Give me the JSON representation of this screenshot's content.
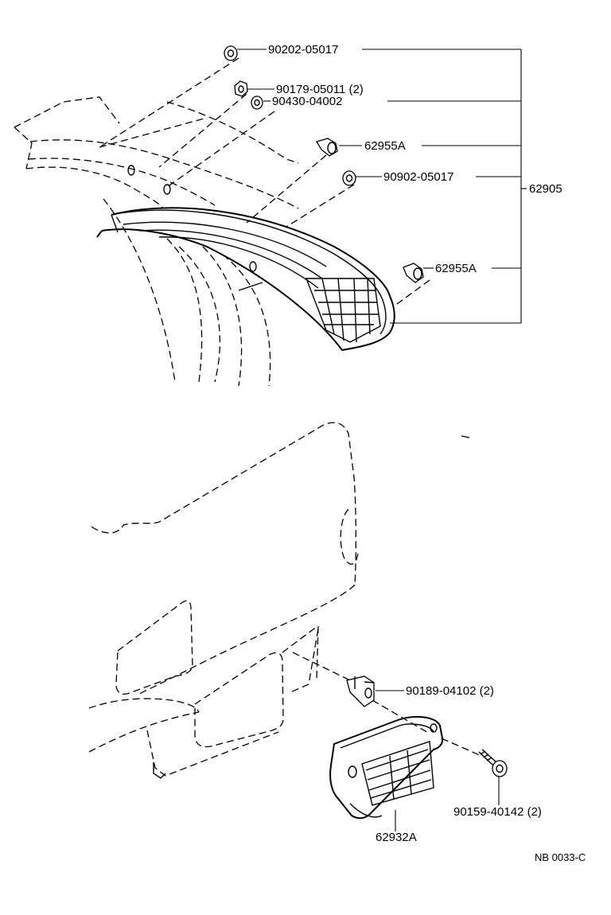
{
  "diagram": {
    "parts": {
      "nut_90202": "90202-05017",
      "nut_90179": "90179-05011 (2)",
      "washer_90430": "90430-04002",
      "clip_62955a_upper": "62955A",
      "nut_90902": "90902-05017",
      "assembly_62905": "62905",
      "clip_62955a_lower": "62955A",
      "nut_90189": "90189-04102 (2)",
      "screw_90159": "90159-40142 (2)",
      "louver_62932a": "62932A"
    },
    "reference_code": "NB 0033-C"
  }
}
